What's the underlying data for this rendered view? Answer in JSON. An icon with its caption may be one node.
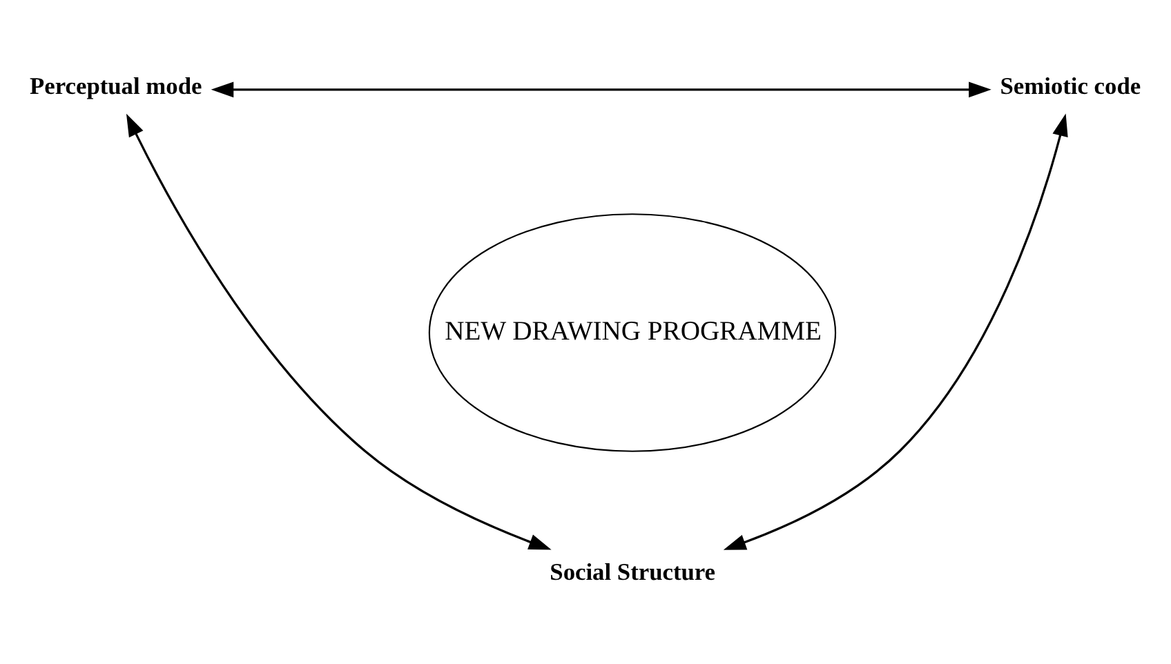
{
  "diagram": {
    "nodes": [
      {
        "text": [
          "Perceptual mode"
        ]
      },
      {
        "text": [
          "Semiotic code"
        ]
      },
      {
        "text": [
          "NEW DRAWING PROGRAMME"
        ]
      },
      {
        "text": [
          "Social Structure"
        ]
      }
    ],
    "edges": [
      {
        "from": 0,
        "to": 1,
        "arrow": "both"
      },
      {
        "from": 0,
        "to": 3,
        "arrow": "both"
      },
      {
        "from": 1,
        "to": 3,
        "arrow": "both"
      }
    ]
  }
}
